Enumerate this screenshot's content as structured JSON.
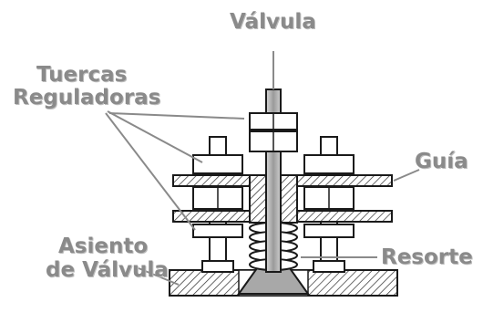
{
  "labels": {
    "valve": "Válvula",
    "nuts_line1": "Tuercas",
    "nuts_line2": "Reguladoras",
    "guide": "Guía",
    "seat_line1": "Asiento",
    "seat_line2": "de Válvula",
    "spring": "Resorte"
  },
  "colors": {
    "label": "#8a8a8a",
    "outline": "#1a1a1a",
    "fill": "#ffffff",
    "metal": "#b5b5b5",
    "hatch": "#2a2a2a"
  }
}
